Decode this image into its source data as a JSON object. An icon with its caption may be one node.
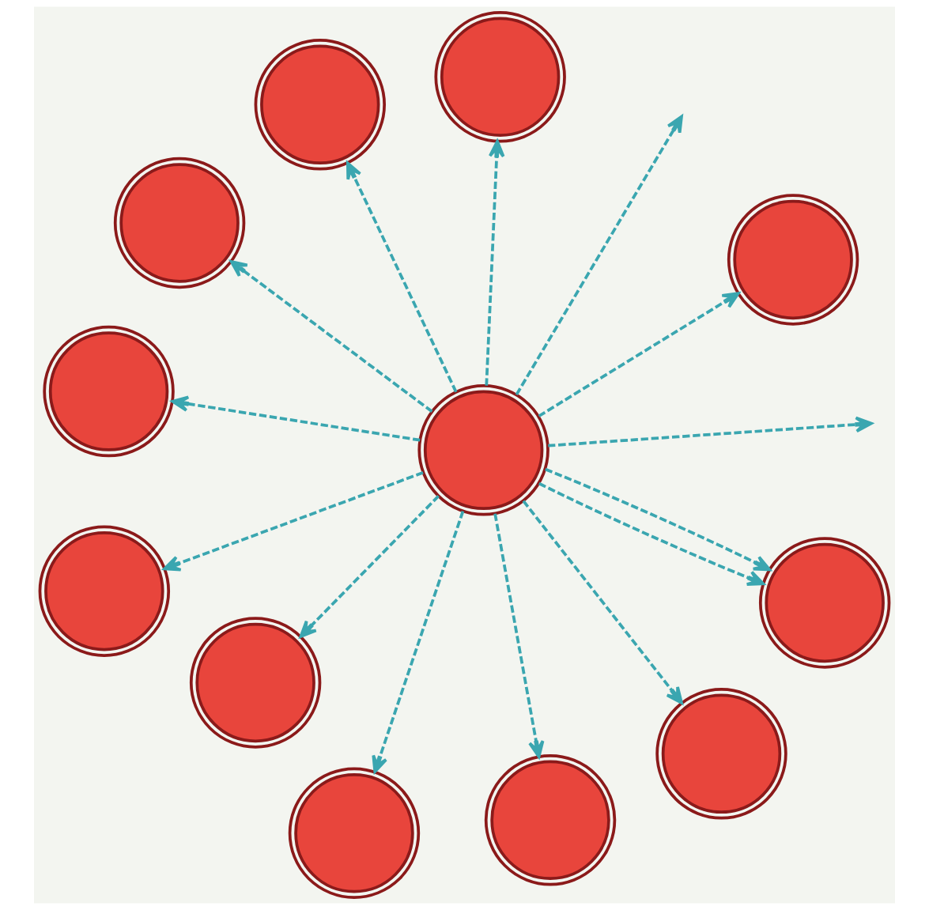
{
  "diagram": {
    "nodes": [
      {
        "text": [],
        "shape": "circle"
      },
      {
        "text": [],
        "shape": "circle"
      },
      {
        "text": [],
        "shape": "circle"
      },
      {
        "text": [],
        "shape": "circle"
      },
      {
        "text": [],
        "shape": "circle"
      },
      {
        "text": [],
        "shape": "circle"
      },
      {
        "text": [],
        "shape": "circle"
      },
      {
        "text": [],
        "shape": "circle"
      },
      {
        "text": [],
        "shape": "circle"
      },
      {
        "text": [],
        "shape": "circle"
      },
      {
        "text": [],
        "shape": "circle"
      },
      {
        "text": [],
        "shape": "circle"
      }
    ],
    "edges": [
      {
        "from": 5,
        "to": 0,
        "arrow": "to",
        "style": "dashed"
      },
      {
        "from": 5,
        "to": null,
        "arrow": "to",
        "style": "dashed"
      },
      {
        "from": 5,
        "to": 1,
        "arrow": "to",
        "style": "dashed"
      },
      {
        "from": 5,
        "to": 2,
        "arrow": "to",
        "style": "dashed"
      },
      {
        "from": 5,
        "to": 3,
        "arrow": "to",
        "style": "dashed"
      },
      {
        "from": 5,
        "to": 4,
        "arrow": "to",
        "style": "dashed"
      },
      {
        "from": 5,
        "to": 6,
        "arrow": "to",
        "style": "dashed"
      },
      {
        "from": 5,
        "to": 8,
        "arrow": "to",
        "style": "dashed"
      },
      {
        "from": 5,
        "to": 7,
        "arrow": "to",
        "style": "dashed"
      },
      {
        "from": 5,
        "to": 7,
        "arrow": "to",
        "style": "dashed"
      },
      {
        "from": 5,
        "to": null,
        "arrow": "to",
        "style": "dashed"
      },
      {
        "from": 5,
        "to": 9,
        "arrow": "to",
        "style": "dashed"
      },
      {
        "from": 5,
        "to": 10,
        "arrow": "to",
        "style": "dashed"
      },
      {
        "from": 5,
        "to": 11,
        "arrow": "to",
        "style": "dashed"
      }
    ]
  }
}
